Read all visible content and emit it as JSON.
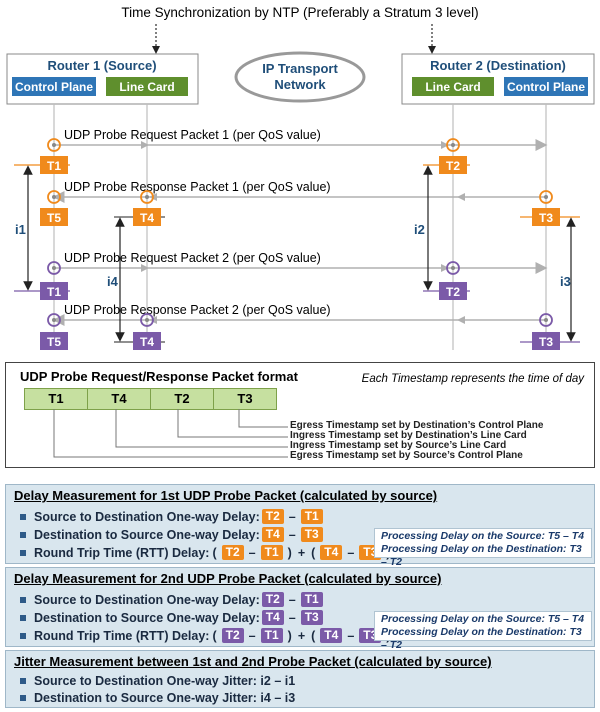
{
  "top_label": "Time Synchronization by NTP (Preferably a Stratum 3 level)",
  "router1": {
    "title": "Router 1 (Source)",
    "control": "Control Plane",
    "line": "Line Card"
  },
  "router2": {
    "title": "Router 2 (Destination)",
    "control": "Control Plane",
    "line": "Line Card"
  },
  "network": {
    "line1": "IP Transport",
    "line2": "Network"
  },
  "packets": {
    "req1": "UDP Probe Request Packet 1 (per QoS value)",
    "resp1": "UDP Probe Response Packet 1 (per QoS value)",
    "req2": "UDP Probe Request Packet 2 (per QoS value)",
    "resp2": "UDP Probe Response Packet 2 (per QoS value)"
  },
  "tags": {
    "t1": "T1",
    "t2": "T2",
    "t3": "T3",
    "t4": "T4",
    "t5": "T5"
  },
  "intervals": {
    "i1": "i1",
    "i2": "i2",
    "i3": "i3",
    "i4": "i4"
  },
  "colors": {
    "orange": "#f08a1c",
    "purple": "#7b5aa8",
    "blue": "#2e75b6",
    "green": "#5f8f2d",
    "arrow": "#b0b0b0"
  },
  "format": {
    "title": "UDP Probe Request/Response Packet format",
    "note": "Each Timestamp represents the time of day",
    "cells": [
      "T1",
      "T4",
      "T2",
      "T3"
    ],
    "labels": [
      "Egress Timestamp set by Destination’s Control Plane",
      "Ingress Timestamp set by Destination’s Line Card",
      "Ingress Timestamp set by Source’s Line Card",
      "Egress Timestamp set by Source’s Control Plane"
    ]
  },
  "delay1": {
    "title": "Delay Measurement for 1st UDP Probe Packet (calculated by source)",
    "s2d": "Source to Destination One-way Delay:",
    "d2s": "Destination to Source One-way Delay:",
    "rtt": "Round Trip Time (RTT) Delay:",
    "proc_src": "Processing Delay on the Source: T5 – T4",
    "proc_dst": "Processing Delay on the Destination: T3 – T2"
  },
  "delay2": {
    "title": "Delay Measurement for 2nd UDP Probe Packet (calculated by source)",
    "s2d": "Source to Destination One-way Delay:",
    "d2s": "Destination to Source One-way Delay:",
    "rtt": "Round Trip Time (RTT) Delay:",
    "proc_src": "Processing Delay on the Source: T5 – T4",
    "proc_dst": "Processing Delay on the Destination: T3 – T2"
  },
  "jitter": {
    "title": "Jitter Measurement between 1st and 2nd Probe Packet (calculated by source)",
    "s2d": "Source to Destination One-way Jitter: i2 – i1",
    "d2s": "Destination to Source One-way Jitter: i4 – i3"
  },
  "ops": {
    "minus": "–",
    "plus": "+",
    "lp": "(",
    "rp": ")"
  }
}
